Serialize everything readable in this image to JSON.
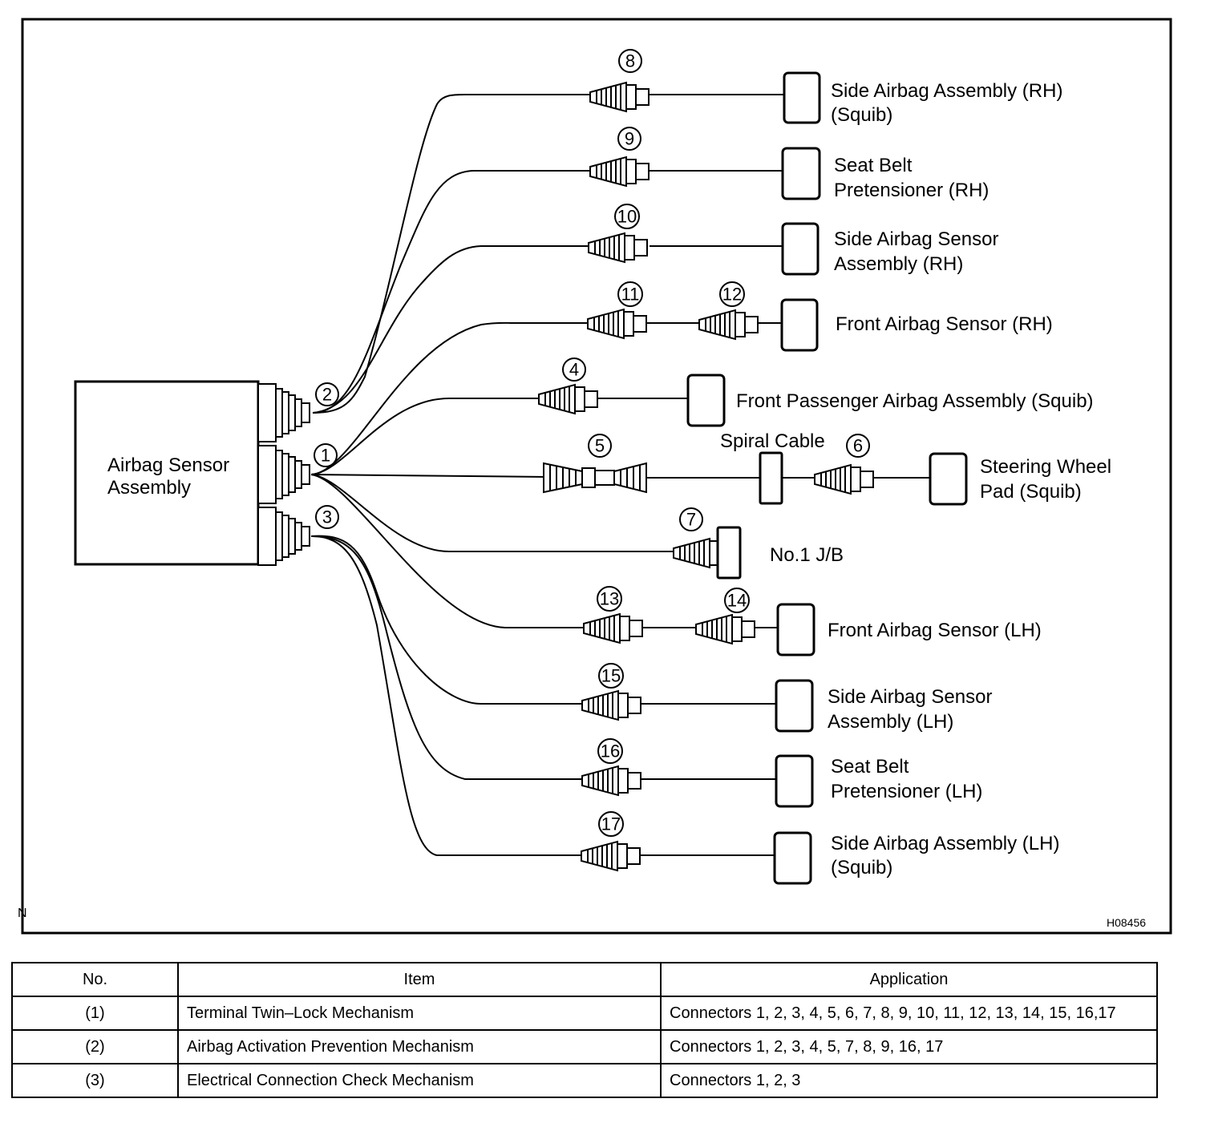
{
  "diagram": {
    "main_unit": "Airbag Sensor Assembly",
    "main_unit_lines": [
      "Airbag Sensor",
      "Assembly"
    ],
    "corner_mark": "N",
    "figure_id": "H08456",
    "spiral_cable": "Spiral Cable",
    "connectors": [
      "1",
      "2",
      "3",
      "4",
      "5",
      "6",
      "7",
      "8",
      "9",
      "10",
      "11",
      "12",
      "13",
      "14",
      "15",
      "16",
      "17"
    ],
    "components": [
      {
        "name": "Side Airbag Assembly (RH)",
        "lines": [
          "Side Airbag Assembly (RH)",
          "(Squib)"
        ]
      },
      {
        "name": "Seat Belt Pretensioner (RH)",
        "lines": [
          "Seat Belt",
          "Pretensioner (RH)"
        ]
      },
      {
        "name": "Side Airbag Sensor Assembly (RH)",
        "lines": [
          "Side Airbag Sensor",
          "Assembly (RH)"
        ]
      },
      {
        "name": "Front Airbag Sensor (RH)",
        "lines": [
          "Front Airbag Sensor (RH)"
        ]
      },
      {
        "name": "Front Passenger Airbag Assembly (Squib)",
        "lines": [
          "Front Passenger Airbag Assembly (Squib)"
        ]
      },
      {
        "name": "Steering Wheel Pad (Squib)",
        "lines": [
          "Steering Wheel",
          "Pad (Squib)"
        ]
      },
      {
        "name": "No.1 J/B",
        "lines": [
          "No.1 J/B"
        ]
      },
      {
        "name": "Front Airbag Sensor (LH)",
        "lines": [
          "Front Airbag Sensor (LH)"
        ]
      },
      {
        "name": "Side Airbag Sensor Assembly (LH)",
        "lines": [
          "Side Airbag Sensor",
          "Assembly (LH)"
        ]
      },
      {
        "name": "Seat Belt Pretensioner (LH)",
        "lines": [
          "Seat Belt",
          "Pretensioner (LH)"
        ]
      },
      {
        "name": "Side Airbag Assembly (LH)",
        "lines": [
          "Side Airbag Assembly (LH)",
          "(Squib)"
        ]
      }
    ]
  },
  "table": {
    "headers": [
      "No.",
      "Item",
      "Application"
    ],
    "rows": [
      {
        "no": "(1)",
        "item": "Terminal Twin–Lock Mechanism",
        "application": "Connectors 1, 2, 3, 4, 5, 6, 7, 8, 9, 10, 11, 12, 13, 14, 15, 16,17"
      },
      {
        "no": "(2)",
        "item": "Airbag Activation Prevention Mechanism",
        "application": "Connectors 1, 2, 3, 4, 5, 7, 8, 9, 16, 17"
      },
      {
        "no": "(3)",
        "item": "Electrical Connection Check Mechanism",
        "application": "Connectors 1, 2, 3"
      }
    ]
  }
}
